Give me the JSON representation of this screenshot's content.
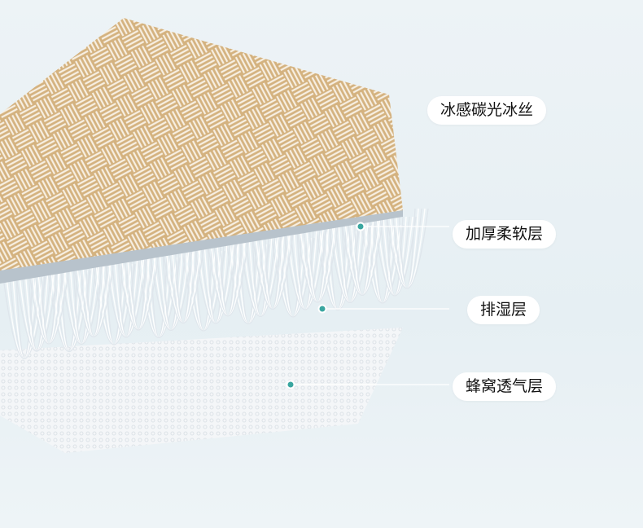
{
  "labels": [
    {
      "text": "冰感碳光冰丝"
    },
    {
      "text": "加厚柔软层"
    },
    {
      "text": "排湿层"
    },
    {
      "text": "蜂窝透气层"
    }
  ],
  "colors": {
    "background": "#e9f1f5",
    "fabric": "#d6b583",
    "dot": "#3aa6a0"
  }
}
